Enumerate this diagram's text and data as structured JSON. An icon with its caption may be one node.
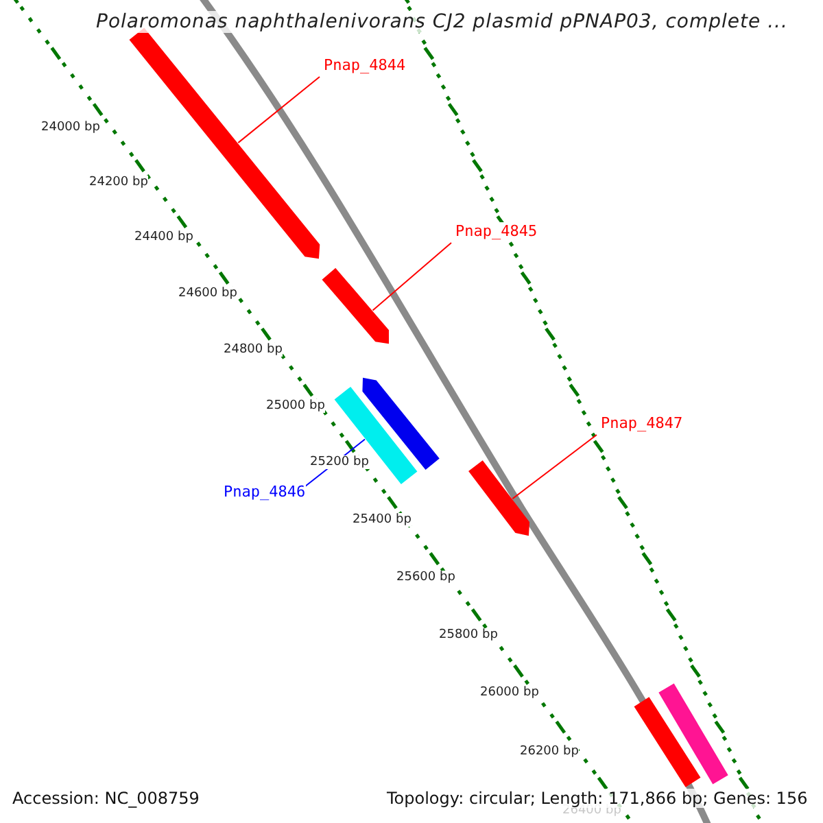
{
  "diagram": {
    "title": "Polaromonas naphthalenivorans CJ2 plasmid pPNAP03, complete ...",
    "nodes": [
      {
        "text": [
          "Pnap_4844"
        ]
      },
      {
        "text": [],
        "shape": "bar"
      },
      {
        "text": [
          "Pnap_4845"
        ]
      },
      {
        "text": [],
        "shape": "bar"
      },
      {
        "text": [
          "Pnap_4846"
        ]
      },
      {
        "text": [],
        "shape": "bar"
      },
      {
        "text": [],
        "shape": "bar"
      },
      {
        "text": [
          "Pnap_4847"
        ]
      },
      {
        "text": [],
        "shape": "bar"
      },
      {
        "text": [],
        "shape": "bar"
      },
      {
        "text": [],
        "shape": "bar"
      }
    ],
    "edges": [
      {
        "from": 0,
        "to": 1,
        "arrow": "none"
      },
      {
        "from": 2,
        "to": 3,
        "arrow": "none"
      },
      {
        "from": 4,
        "to": 5,
        "arrow": "none",
        "color": "#0000ff"
      },
      {
        "from": 7,
        "to": 8,
        "arrow": "none"
      }
    ],
    "labels": [
      "24000 bp",
      "24200 bp",
      "24400 bp",
      "24600 bp",
      "24800 bp",
      "25000 bp",
      "25200 bp",
      "25400 bp",
      "25600 bp",
      "25800 bp",
      "26000 bp",
      "26200 bp",
      "26400 bp",
      "Accession: NC_008759",
      "Topology: circular; Length: 171,866 bp; Genes: 156"
    ]
  }
}
